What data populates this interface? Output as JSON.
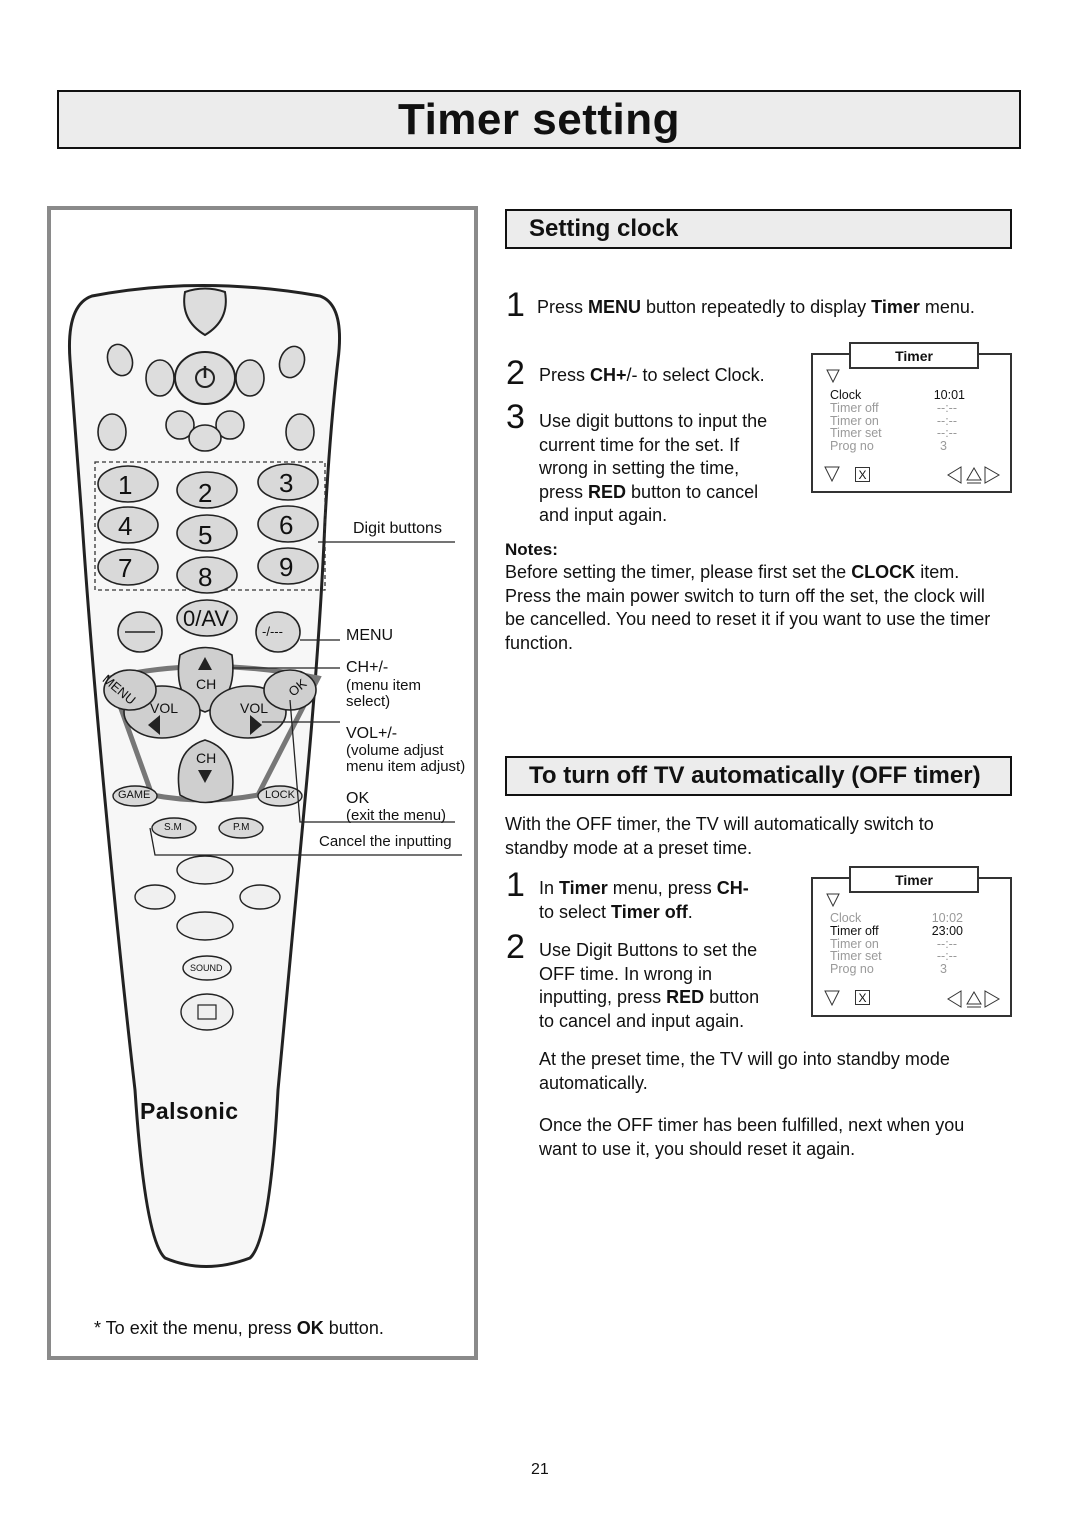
{
  "page_title": "Timer setting",
  "page_number": "21",
  "remote": {
    "brand": "Palsonic",
    "digits": [
      "1",
      "2",
      "3",
      "4",
      "5",
      "6",
      "7",
      "8",
      "9"
    ],
    "zero_av": "0/AV",
    "dash_key": "-/---",
    "ch_label": "CH",
    "vol_label": "VOL",
    "menu_arc": "MENU",
    "ok_arc": "OK",
    "game": "GAME",
    "lock": "LOCK",
    "sm": "S.M",
    "pm": "P.M",
    "sound": "SOUND",
    "labels": {
      "digit_buttons": "Digit buttons",
      "menu": "MENU",
      "ch": "CH+/-",
      "ch_sub1": "(menu item",
      "ch_sub2": "select)",
      "vol": "VOL+/-",
      "vol_sub1": "(volume adjust",
      "vol_sub2": "menu item adjust)",
      "ok": "OK",
      "ok_sub": "(exit the menu)",
      "cancel": "Cancel the inputting"
    },
    "footnote_pre": "* To exit the menu, press ",
    "footnote_bold": "OK",
    "footnote_post": " button."
  },
  "setting_clock": {
    "heading": "Setting clock",
    "step1": {
      "num": "1",
      "pre": "Press ",
      "b1": "MENU",
      "mid": " button repeatedly to display ",
      "b2": "Timer",
      "post": " menu."
    },
    "step2": {
      "num": "2",
      "pre": "Press ",
      "b1": "CH+",
      "post": "/- to select Clock."
    },
    "step3": {
      "num": "3",
      "l1": "Use digit buttons to input the",
      "l2": "current time for the set. If",
      "l3": "wrong in setting the time,",
      "l4_pre": "press ",
      "l4_b": "RED",
      "l4_post": " button to cancel",
      "l5": "and input again."
    },
    "menu": {
      "tab": "Timer",
      "rows": [
        {
          "label": "Clock",
          "value": "10:01"
        },
        {
          "label": "Timer off",
          "value": "--:--"
        },
        {
          "label": "Timer on",
          "value": "--:--"
        },
        {
          "label": "Timer set",
          "value": "--:--"
        },
        {
          "label": "Prog no",
          "value": "3"
        }
      ],
      "x_key": "X"
    },
    "notes_heading": "Notes:",
    "notes": {
      "l1_pre": "Before setting the timer, please first set the ",
      "l1_b": "CLOCK",
      "l1_post": " item.",
      "l2": "Press the main power switch to turn off the set, the clock will",
      "l3": "be cancelled. You need to reset it if you want to use the timer",
      "l4": "function."
    }
  },
  "off_timer": {
    "heading": "To turn off TV automatically (OFF timer)",
    "intro1": "With the OFF timer, the TV will automatically switch to",
    "intro2": "standby mode at a preset time.",
    "step1": {
      "num": "1",
      "pre": "In ",
      "b1": "Timer",
      "mid": " menu, press ",
      "b2": "CH-",
      "l2_pre": "to select ",
      "l2_b": "Timer off",
      "l2_post": "."
    },
    "step2": {
      "num": "2",
      "l1": "Use Digit Buttons to set the",
      "l2": "OFF time. In wrong in",
      "l3_pre": "inputting, press ",
      "l3_b": "RED",
      "l3_post": " button",
      "l4": "to cancel and input again."
    },
    "menu": {
      "tab": "Timer",
      "rows": [
        {
          "label": "Clock",
          "value": "10:02"
        },
        {
          "label": "Timer off",
          "value": "23:00"
        },
        {
          "label": "Timer on",
          "value": "--:--"
        },
        {
          "label": "Timer set",
          "value": "--:--"
        },
        {
          "label": "Prog no",
          "value": "3"
        }
      ],
      "x_key": "X"
    },
    "after1": "At the preset time, the TV will go into standby mode",
    "after2": "automatically.",
    "after3": "Once the OFF timer has been fulfilled, next when you",
    "after4": "want to use it, you should reset it again."
  },
  "colors": {
    "heading_bg": "#ececec",
    "frame": "#8a8a8a",
    "remote_button_grey": "#d9d9d9",
    "menu_grey_text": "#9a9a9a"
  }
}
